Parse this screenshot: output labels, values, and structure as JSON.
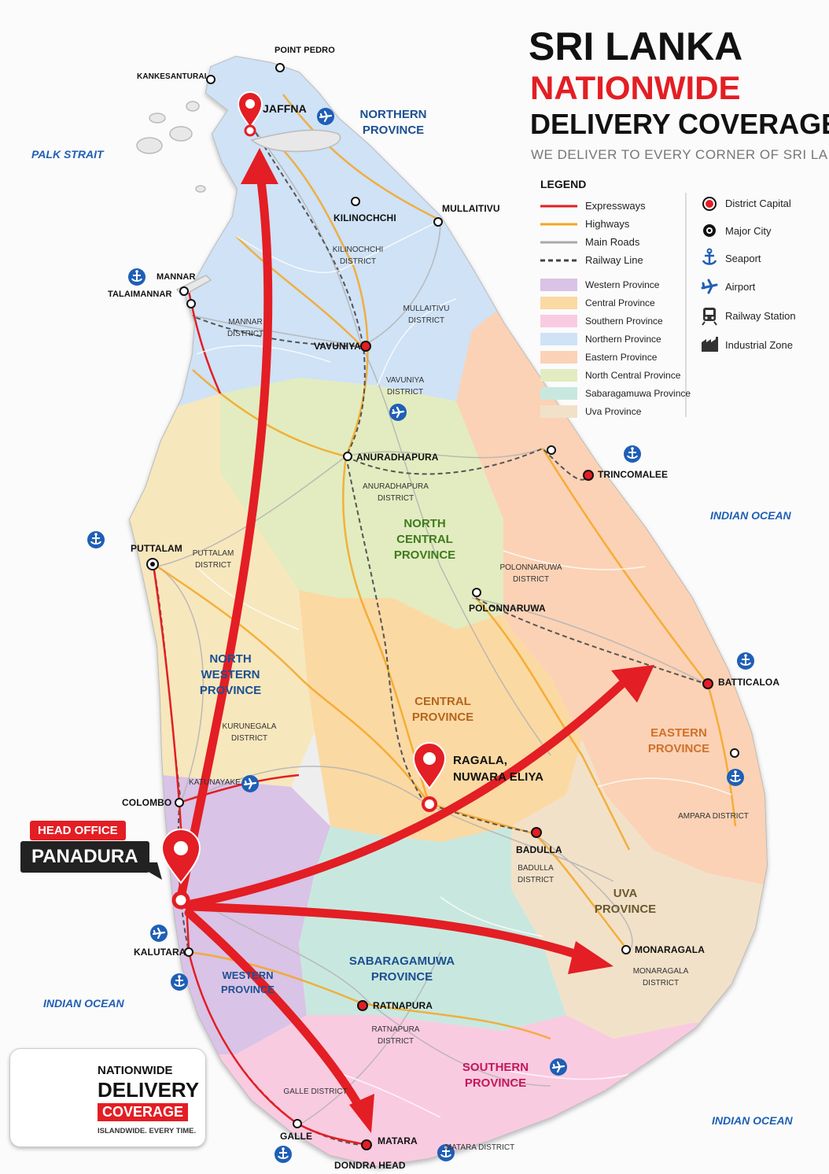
{
  "title": {
    "line1": "SRI LANKA",
    "line2": "NATIONWIDE",
    "line3": "DELIVERY COVERAGE",
    "subtitle": "WE DELIVER TO EVERY CORNER OF SRI LANKA"
  },
  "legend": {
    "heading": "LEGEND",
    "lines": [
      {
        "label": "Expressways",
        "color": "#e31e24",
        "style": "solid"
      },
      {
        "label": "Highways",
        "color": "#f5a623",
        "style": "solid"
      },
      {
        "label": "Main Roads",
        "color": "#aaaaaa",
        "style": "solid"
      },
      {
        "label": "Railway Line",
        "color": "#444444",
        "style": "dashed"
      }
    ],
    "provinces": [
      {
        "label": "Western Province",
        "color": "#d9c3e6"
      },
      {
        "label": "Central Province",
        "color": "#fbd9a3"
      },
      {
        "label": "Southern Province",
        "color": "#f9cbe0"
      },
      {
        "label": "Northern Province",
        "color": "#cfe2f6"
      },
      {
        "label": "Eastern Province",
        "color": "#fbd2b5"
      },
      {
        "label": "North Central Province",
        "color": "#e2ecc0"
      },
      {
        "label": "Sabaragamuwa Province",
        "color": "#c8e8df"
      },
      {
        "label": "Uva Province",
        "color": "#f2e1c9"
      }
    ],
    "symbols": [
      {
        "label": "District Capital",
        "icon": "district-capital-icon"
      },
      {
        "label": "Major City",
        "icon": "major-city-icon"
      },
      {
        "label": "Seaport",
        "icon": "anchor-icon"
      },
      {
        "label": "Airport",
        "icon": "airplane-icon"
      },
      {
        "label": "Railway Station",
        "icon": "train-icon"
      },
      {
        "label": "Industrial Zone",
        "icon": "factory-icon"
      }
    ]
  },
  "oceans": {
    "palk": "PALK STRAIT",
    "east": "INDIAN OCEAN",
    "west": "INDIAN OCEAN",
    "south": "INDIAN OCEAN"
  },
  "provinces": {
    "northern": "NORTHERN PROVINCE",
    "north_central": "NORTH CENTRAL PROVINCE",
    "north_western": "NORTH WESTERN PROVINCE",
    "central": "CENTRAL PROVINCE",
    "eastern": "EASTERN PROVINCE",
    "uva": "UVA PROVINCE",
    "sabaragamuwa": "SABARAGAMUWA PROVINCE",
    "western": "WESTERN PROVINCE",
    "southern": "SOUTHERN PROVINCE"
  },
  "districts": {
    "kilinochchi": "KILINOCHCHI DISTRICT",
    "mullaitivu": "MULLAITIVU DISTRICT",
    "mannar": "MANNAR DISTRICT",
    "vavuniya": "VAVUNIYA DISTRICT",
    "anuradhapura": "ANURADHAPURA DISTRICT",
    "puttalam": "PUTTALAM DISTRICT",
    "polonnaruwa": "POLONNARUWA DISTRICT",
    "kurunegala": "KURUNEGALA DISTRICT",
    "ampara": "AMPARA DISTRICT",
    "badulla": "BADULLA DISTRICT",
    "monaragala": "MONARAGALA DISTRICT",
    "ratnapura": "RATNAPURA DISTRICT",
    "galle": "GALLE DISTRICT",
    "matara": "MATARA DISTRICT"
  },
  "cities": {
    "point_pedro": "POINT PEDRO",
    "kankesanturai": "KANKESANTURAI",
    "jaffna": "JAFFNA",
    "kilinochchi": "KILINOCHCHI",
    "mullaitivu": "MULLAITIVU",
    "mannar": "MANNAR",
    "talaimannar": "TALAIMANNAR",
    "vavuniya": "VAVUNIYA",
    "anuradhapura": "ANURADHAPURA",
    "trincomalee": "TRINCOMALEE",
    "puttalam": "PUTTALAM",
    "polonnaruwa": "POLONNARUWA",
    "batticaloa": "BATTICALOA",
    "ragala": "RAGALA,",
    "nuwara_eliya": "NUWARA ELIYA",
    "katunayake": "KATUNAYAKE",
    "colombo": "COLOMBO",
    "badulla": "BADULLA",
    "kalutara": "KALUTARA",
    "monaragala": "MONARAGALA",
    "ratnapura": "RATNAPURA",
    "galle": "GALLE",
    "matara": "MATARA",
    "dondra": "DONDRA HEAD"
  },
  "head_office": {
    "tag": "HEAD OFFICE",
    "name": "PANADURA"
  },
  "badge": {
    "line1": "NATIONWIDE",
    "line2": "DELIVERY",
    "line3": "COVERAGE",
    "tagline": "ISLANDWIDE. EVERY TIME."
  },
  "colors": {
    "accent_red": "#e31e24",
    "ocean_label": "#1f5fb5",
    "route_arrow": "#e31e24"
  }
}
